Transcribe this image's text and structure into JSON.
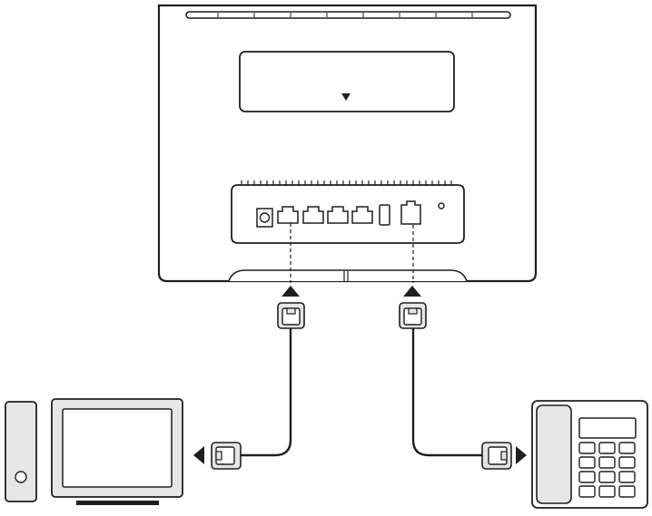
{
  "colors": {
    "line": "#1f1f1f",
    "fill_light": "#e6e6e6",
    "fill_screen": "#d8d8d8",
    "background": "#ffffff"
  },
  "icons": {
    "router": "router-icon",
    "router_panel": "router-top-panel-icon",
    "panel_arrow": "triangle-down-icon",
    "power_port": "power-port-icon",
    "lan_ports": [
      "lan-port-1-icon",
      "lan-port-2-icon",
      "lan-port-3-icon",
      "lan-port-4-icon"
    ],
    "usb_port": "usb-port-icon",
    "tel_port": "telephone-port-icon",
    "reset_hole": "reset-hole-icon",
    "insert_arrows": [
      "insert-arrow-up-icon",
      "insert-arrow-up-icon"
    ],
    "plugs": [
      "ethernet-plug-icon",
      "phone-plug-icon"
    ],
    "cables": [
      "ethernet-cable-icon",
      "phone-cable-icon"
    ],
    "computer": "desktop-computer-icon",
    "telephone": "telephone-icon"
  },
  "connections": [
    {
      "from": "lan-port-1",
      "to": "computer",
      "cable": "ethernet"
    },
    {
      "from": "telephone-port",
      "to": "telephone",
      "cable": "phone"
    }
  ]
}
